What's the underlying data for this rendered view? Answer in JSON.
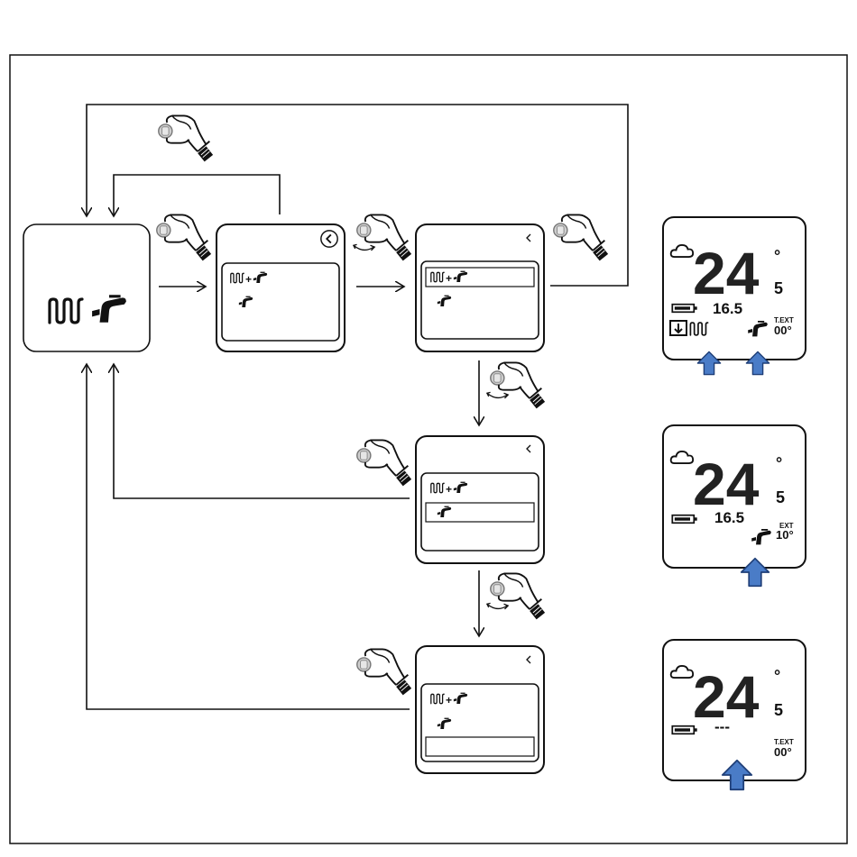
{
  "colors": {
    "stroke": "#111111",
    "pointer_arrow": "#4a7cc7",
    "pointer_arrow_border": "#1f3f78",
    "highlight_fill": "#ffffff"
  },
  "icons": {
    "heating": "radiator-coil-icon",
    "hot_water": "tap-icon",
    "back": "back-arrow-icon",
    "hand": "hand-press-knob-icon",
    "weather": "cloud-icon",
    "battery": "battery-icon"
  },
  "menu": {
    "option_both": "+",
    "option_water": ""
  },
  "displays": [
    {
      "id": "both",
      "main_temp": "24",
      "main_decimal": "5",
      "degree": "°",
      "set_temp": "16.5",
      "text_label": "T.EXT",
      "text_value": "00°"
    },
    {
      "id": "water",
      "main_temp": "24",
      "main_decimal": "5",
      "degree": "°",
      "set_temp": "16.5",
      "text_label": "EXT",
      "text_value": "10°"
    },
    {
      "id": "none",
      "main_temp": "24",
      "main_decimal": "5",
      "degree": "°",
      "set_temp": "---",
      "text_label": "T.EXT",
      "text_value": "00°"
    }
  ]
}
